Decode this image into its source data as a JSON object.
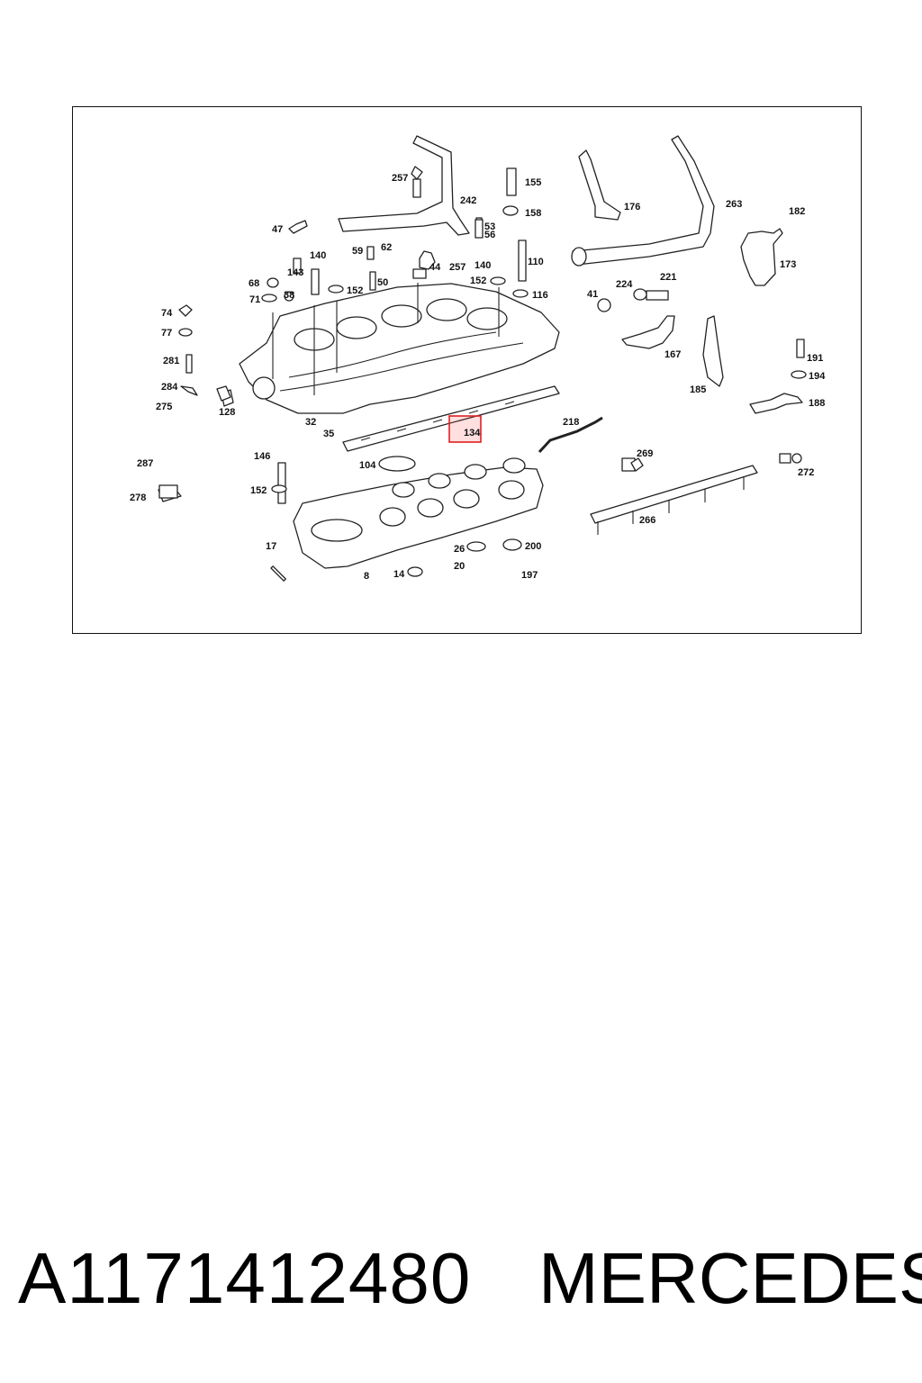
{
  "diagram": {
    "highlighted_part": "134",
    "labels": [
      "257",
      "242",
      "155",
      "158",
      "176",
      "263",
      "182",
      "47",
      "53",
      "56",
      "59",
      "62",
      "44",
      "257",
      "140",
      "110",
      "173",
      "140",
      "143",
      "68",
      "152",
      "50",
      "152",
      "116",
      "224",
      "221",
      "41",
      "71",
      "38",
      "74",
      "77",
      "167",
      "191",
      "194",
      "281",
      "185",
      "284",
      "275",
      "128",
      "188",
      "32",
      "218",
      "35",
      "134",
      "146",
      "287",
      "269",
      "272",
      "104",
      "152",
      "278",
      "266",
      "26",
      "200",
      "17",
      "20",
      "197",
      "8",
      "14"
    ]
  },
  "caption": {
    "part_number": "A1171412480",
    "brand": "MERCEDES"
  }
}
